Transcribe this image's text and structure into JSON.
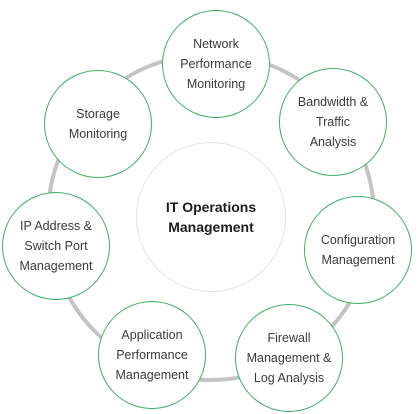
{
  "diagram": {
    "center": {
      "label": "IT Operations\nManagement"
    },
    "nodes": [
      {
        "id": "network-performance-monitoring",
        "label": "Network\nPerformance\nMonitoring"
      },
      {
        "id": "bandwidth-traffic-analysis",
        "label": "Bandwidth &\nTraffic\nAnalysis"
      },
      {
        "id": "configuration-management",
        "label": "Configuration\nManagement"
      },
      {
        "id": "firewall-log-analysis",
        "label": "Firewall\nManagement &\nLog Analysis"
      },
      {
        "id": "application-performance-management",
        "label": "Application\nPerformance\nManagement"
      },
      {
        "id": "ip-address-switch-port-management",
        "label": "IP Address &\nSwitch Port\nManagement"
      },
      {
        "id": "storage-monitoring",
        "label": "Storage\nMonitoring"
      }
    ],
    "colors": {
      "node_border": "#3fae63",
      "ring": "#c4c4c4",
      "center_border": "#e2e2e2",
      "node_text": "#3a3a3a",
      "center_text": "#1c1c1c"
    }
  }
}
